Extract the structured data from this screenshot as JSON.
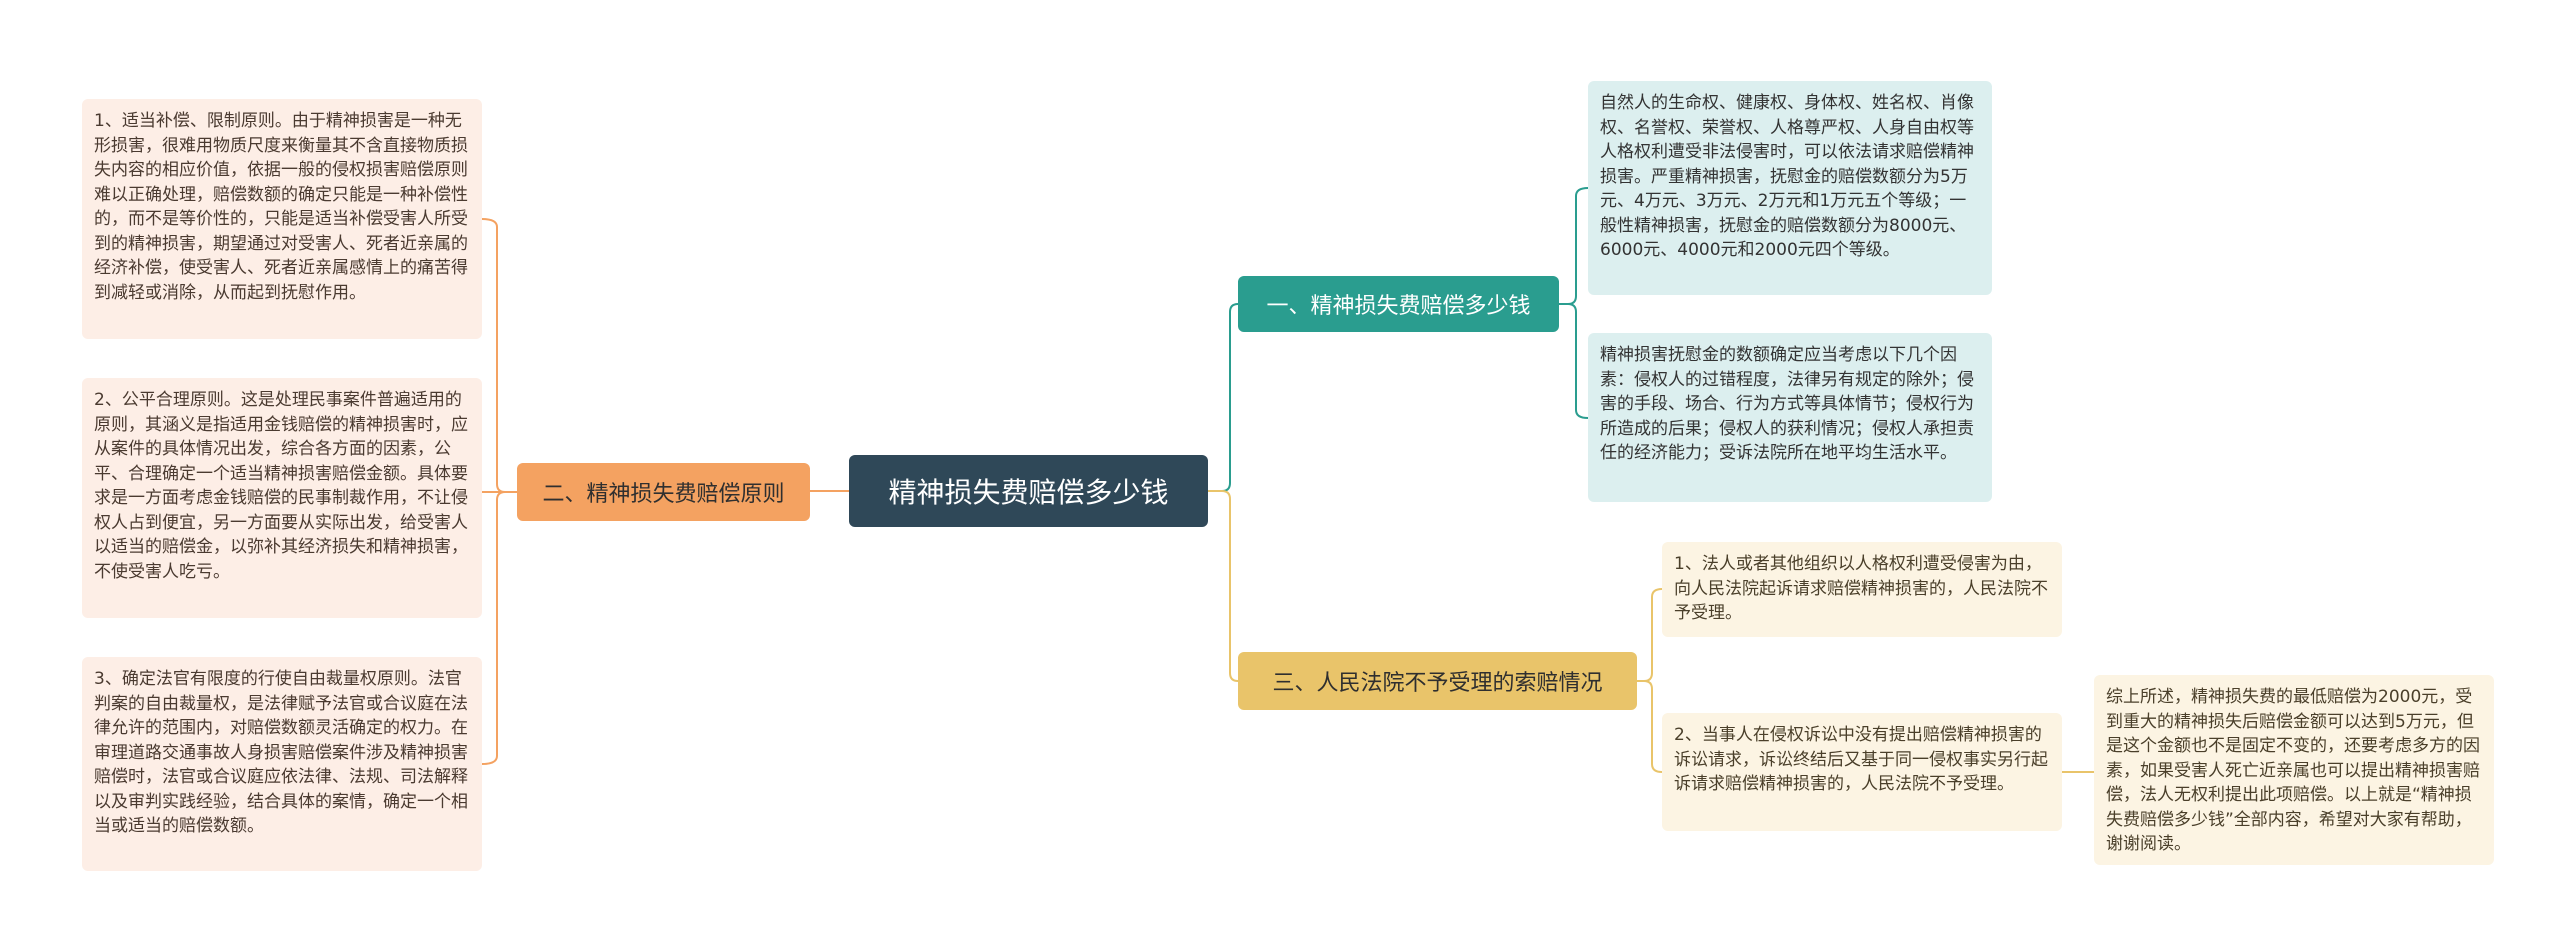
{
  "colors": {
    "root": "#2f4858",
    "branch1": "#2a9d8f",
    "branch2": "#f4a261",
    "branch3": "#e9c46a",
    "leaf_teal": "#dcefef",
    "leaf_peach": "#fdeee6",
    "leaf_cream": "#fcf4e3"
  },
  "root": {
    "label": "精神损失费赔偿多少钱"
  },
  "branches": {
    "b1": {
      "label": "一、精神损失费赔偿多少钱",
      "leaves": [
        "自然人的生命权、健康权、身体权、姓名权、肖像权、名誉权、荣誉权、人格尊严权、人身自由权等人格权利遭受非法侵害时，可以依法请求赔偿精神损害。严重精神损害，抚慰金的赔偿数额分为5万元、4万元、3万元、2万元和1万元五个等级；一般性精神损害，抚慰金的赔偿数额分为8000元、6000元、4000元和2000元四个等级。",
        "精神损害抚慰金的数额确定应当考虑以下几个因素：侵权人的过错程度，法律另有规定的除外；侵害的手段、场合、行为方式等具体情节；侵权行为所造成的后果；侵权人的获利情况；侵权人承担责任的经济能力；受诉法院所在地平均生活水平。"
      ]
    },
    "b2": {
      "label": "二、精神损失费赔偿原则",
      "leaves": [
        "1、适当补偿、限制原则。由于精神损害是一种无形损害，很难用物质尺度来衡量其不含直接物质损失内容的相应价值，依据一般的侵权损害赔偿原则难以正确处理，赔偿数额的确定只能是一种补偿性的，而不是等价性的，只能是适当补偿受害人所受到的精神损害，期望通过对受害人、死者近亲属的经济补偿，使受害人、死者近亲属感情上的痛苦得到减轻或消除，从而起到抚慰作用。",
        "2、公平合理原则。这是处理民事案件普遍适用的原则，其涵义是指适用金钱赔偿的精神损害时，应从案件的具体情况出发，综合各方面的因素，公平、合理确定一个适当精神损害赔偿金额。具体要求是一方面考虑金钱赔偿的民事制裁作用，不让侵权人占到便宜，另一方面要从实际出发，给受害人以适当的赔偿金，以弥补其经济损失和精神损害，不使受害人吃亏。",
        "3、确定法官有限度的行使自由裁量权原则。法官判案的自由裁量权，是法律赋予法官或合议庭在法律允许的范围内，对赔偿数额灵活确定的权力。在审理道路交通事故人身损害赔偿案件涉及精神损害赔偿时，法官或合议庭应依法律、法规、司法解释以及审判实践经验，结合具体的案情，确定一个相当或适当的赔偿数额。"
      ]
    },
    "b3": {
      "label": "三、人民法院不予受理的索赔情况",
      "leaves": [
        "1、法人或者其他组织以人格权利遭受侵害为由，向人民法院起诉请求赔偿精神损害的，人民法院不予受理。",
        "2、当事人在侵权诉讼中没有提出赔偿精神损害的诉讼请求，诉讼终结后又基于同一侵权事实另行起诉请求赔偿精神损害的，人民法院不予受理。"
      ],
      "summary": "综上所述，精神损失费的最低赔偿为2000元，受到重大的精神损失后赔偿金额可以达到5万元，但是这个金额也不是固定不变的，还要考虑多方的因素，如果受害人死亡近亲属也可以提出精神损害赔偿，法人无权利提出此项赔偿。以上就是“精神损失费赔偿多少钱”全部内容，希望对大家有帮助，谢谢阅读。"
    }
  }
}
